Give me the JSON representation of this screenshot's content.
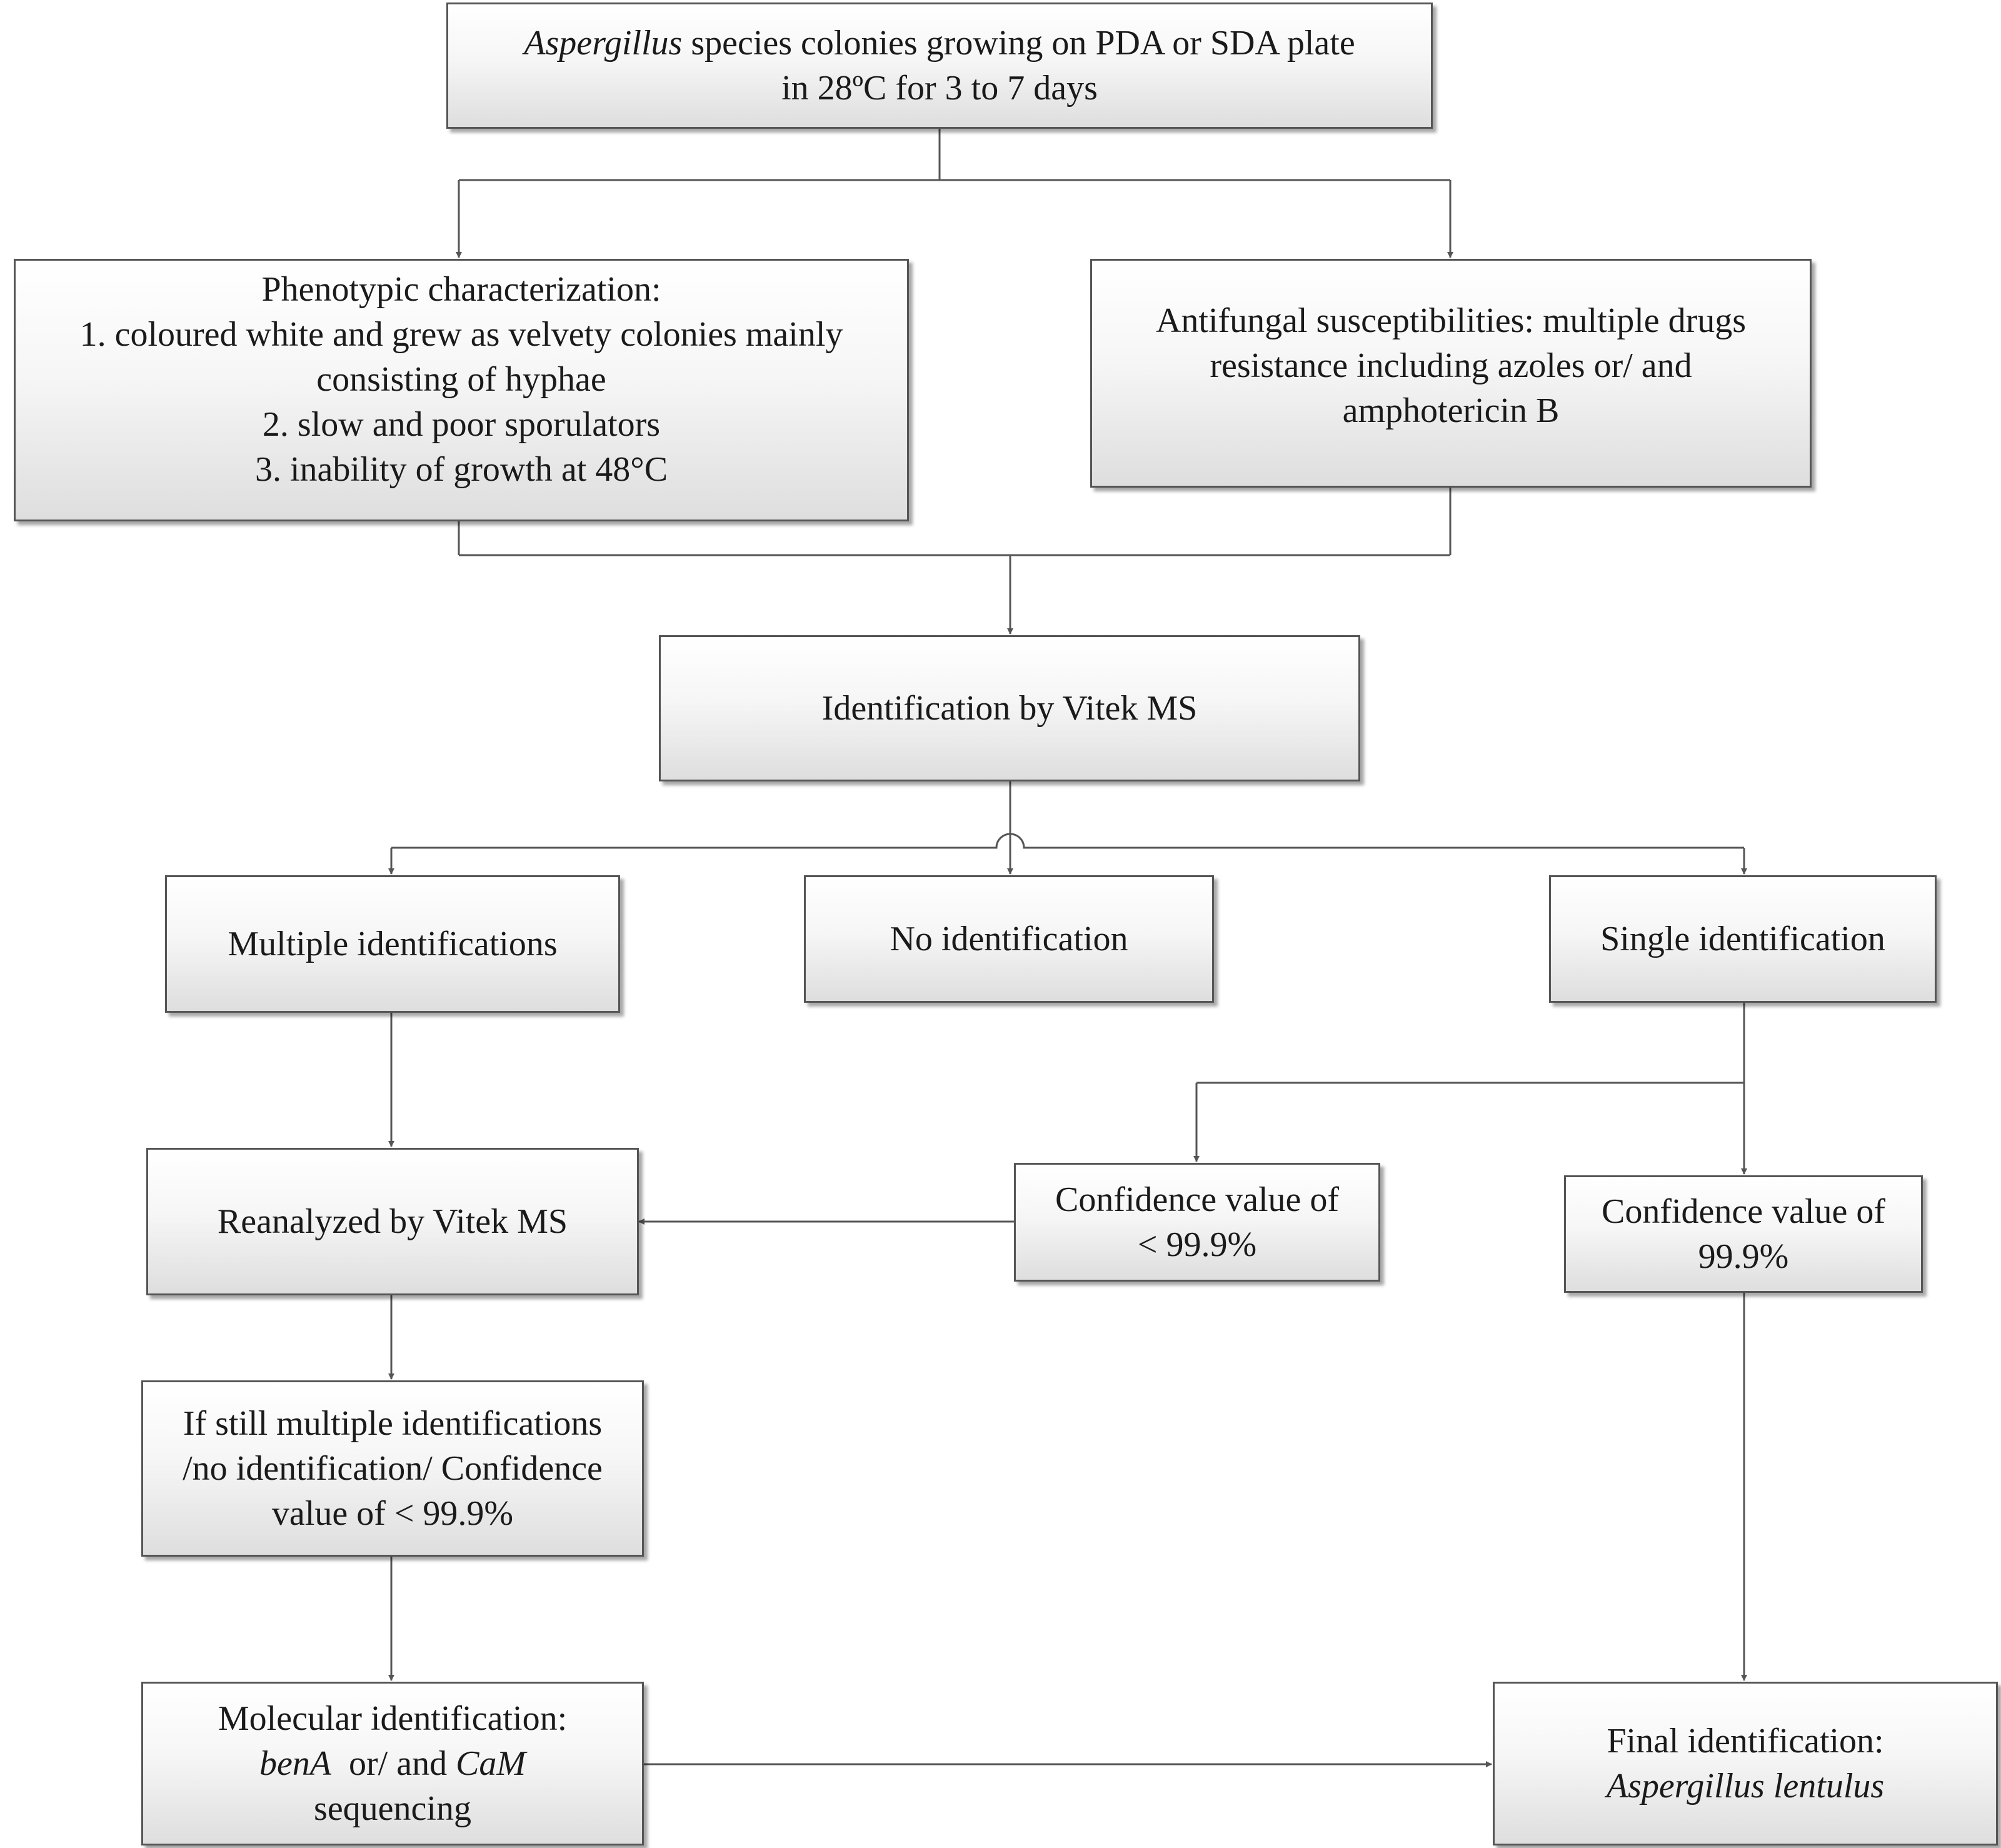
{
  "boxes": {
    "start": {
      "line1_italic": "Aspergillus",
      "line1_rest": " species colonies growing on PDA or SDA plate",
      "line2": "in 28ºC for  3  to 7 days"
    },
    "phenotypic": {
      "title": "Phenotypic characterization:",
      "item1_a": "1. coloured white and grew as velvety colonies mainly",
      "item1_b": "consisting of hyphae",
      "item2": "2. slow and poor sporulators",
      "item3": "3. inability of growth at 48°C"
    },
    "antifungal": {
      "line1": "Antifungal susceptibilities: multiple drugs",
      "line2": "resistance including azoles or/  and",
      "line3": "amphotericin B"
    },
    "vitek": {
      "label": "Identification by Vitek MS"
    },
    "multiple": {
      "label": "Multiple identifications"
    },
    "none": {
      "label": "No identification"
    },
    "single": {
      "label": "Single identification"
    },
    "conf_low": {
      "line1": "Confidence value of",
      "line2": "< 99.9%"
    },
    "conf_high": {
      "line1": "Confidence value of",
      "line2": "99.9%"
    },
    "reanalyzed": {
      "label": "Reanalyzed by Vitek MS"
    },
    "still": {
      "line1": "If still multiple identifications",
      "line2": "/no identification/ Confidence",
      "line3": "value of < 99.9%"
    },
    "molecular": {
      "line1": "Molecular identification:",
      "gene1": "benA",
      "connector": "  or/ and ",
      "gene2": "CaM",
      "line3": "sequencing"
    },
    "final": {
      "line1": "Final identification:",
      "line2_italic": "Aspergillus lentulus"
    }
  }
}
